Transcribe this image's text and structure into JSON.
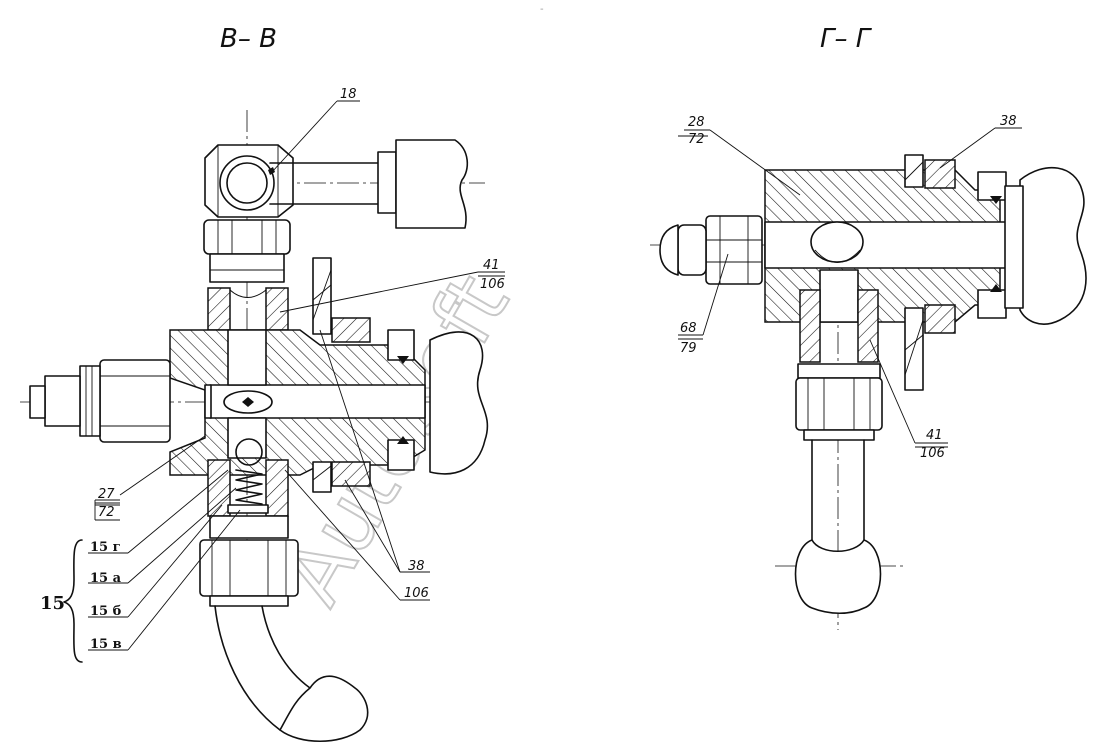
{
  "views": {
    "left_title": "В– В",
    "right_title": "Г– Г"
  },
  "callouts": {
    "c18": "18",
    "c41_left_top": "41",
    "c41_left_bottom": "106",
    "c27_top": "27",
    "c27_bottom": "72",
    "c38_left": "38",
    "c106_left": "106",
    "c28_top": "28",
    "c28_bottom": "72",
    "c38_right": "38",
    "c68_top": "68",
    "c68_bottom": "79",
    "c41_right_top": "41",
    "c41_right_bottom": "106"
  },
  "assembly": {
    "label": "15",
    "items": [
      "15 г",
      "15 а",
      "15 б",
      "15 в"
    ]
  },
  "watermark": "AutoSoft"
}
